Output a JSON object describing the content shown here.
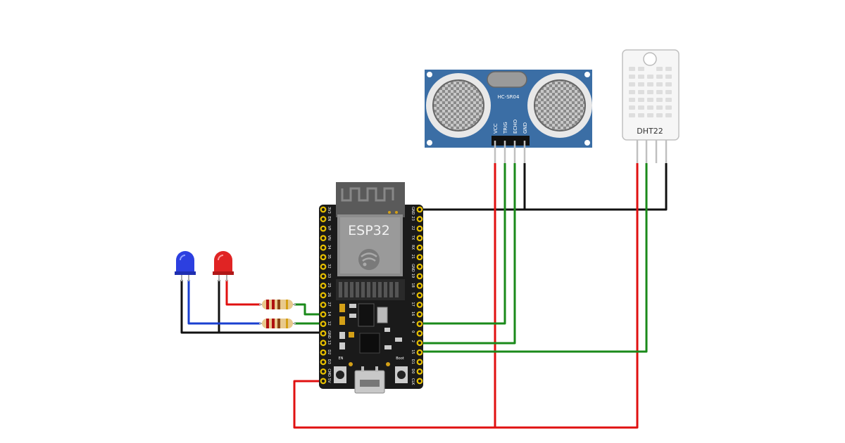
{
  "esp32": {
    "title": "ESP32",
    "en_label": "EN",
    "boot_label": "Boot",
    "left_pins": [
      "3V3",
      "EN",
      "VP",
      "VN",
      "34",
      "35",
      "32",
      "33",
      "25",
      "26",
      "27",
      "14",
      "12",
      "GND",
      "13",
      "D2",
      "D3",
      "CMD",
      "5V"
    ],
    "right_pins": [
      "GND",
      "23",
      "22",
      "TX",
      "RX",
      "21",
      "GND",
      "19",
      "18",
      "5",
      "17",
      "16",
      "4",
      "0",
      "2",
      "15",
      "D1",
      "D0",
      "CLK"
    ]
  },
  "hcsr04": {
    "title": "HC-SR04",
    "pins": [
      "VCC",
      "TRIG",
      "ECHO",
      "GND"
    ]
  },
  "dht22": {
    "title": "DHT22"
  },
  "leds": [
    {
      "color": "blue",
      "hex": "#2c3fe0"
    },
    {
      "color": "red",
      "hex": "#e02424"
    }
  ],
  "wire_colors": {
    "power": "#e01010",
    "ground": "#111111",
    "signal": "#1a8a1a",
    "led": "#1a3fd0"
  }
}
